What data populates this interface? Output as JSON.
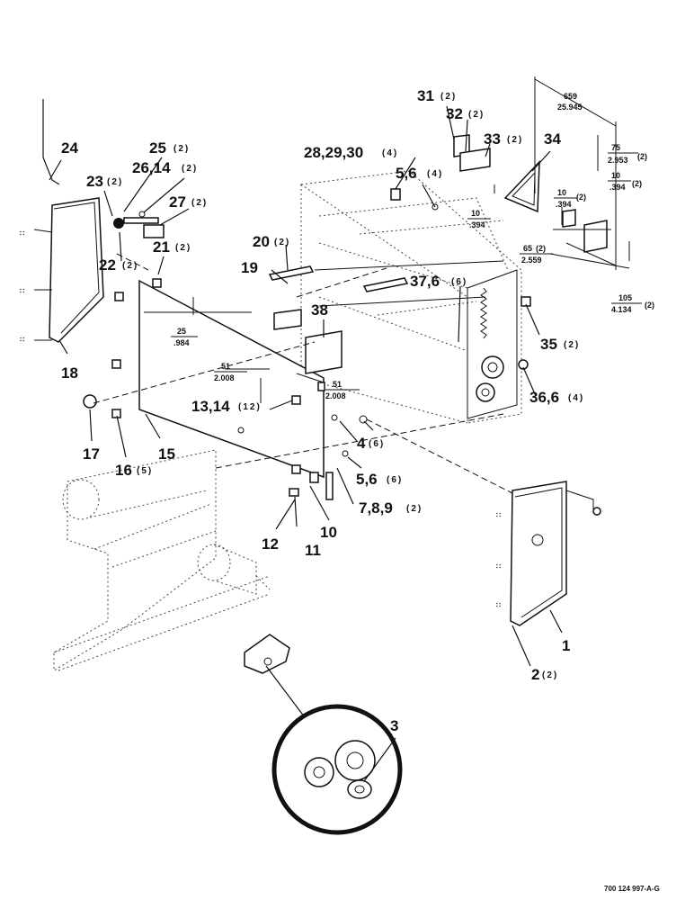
{
  "drawing_code": "700 124 997-A-G",
  "callouts": {
    "c1": "1",
    "c2": "2",
    "c2q": "(2)",
    "c3": "3",
    "c4": "4",
    "c4q": "(6)",
    "c56a": "5,6",
    "c56aq": "(4)",
    "c56b": "5,6",
    "c56bq": "(6)",
    "c789": "7,8,9",
    "c789q": "(2)",
    "c10": "10",
    "c11": "11",
    "c12": "12",
    "c1314": "13,14",
    "c1314q": "(12)",
    "c15": "15",
    "c16": "16",
    "c16q": "(5)",
    "c17": "17",
    "c18": "18",
    "c19": "19",
    "c20": "20",
    "c20q": "(2)",
    "c21": "21",
    "c21q": "(2)",
    "c22": "22",
    "c22q": "(2)",
    "c23": "23",
    "c23q": "(2)",
    "c24": "24",
    "c25": "25",
    "c25q": "(2)",
    "c2614": "26,14",
    "c2614q": "(2)",
    "c27": "27",
    "c27q": "(2)",
    "c282930": "28,29,30",
    "c282930q": "(4)",
    "c31": "31",
    "c31q": "(2)",
    "c32": "32",
    "c32q": "(2)",
    "c33": "33",
    "c33q": "(2)",
    "c34": "34",
    "c35": "35",
    "c35q": "(2)",
    "c366": "36,6",
    "c366q": "(4)",
    "c376": "37,6",
    "c376q": "(6)",
    "c38": "38"
  },
  "dimensions": {
    "d659_mm": "659",
    "d659_in": "25.945",
    "d75_mm": "75",
    "d75_in": "2.953",
    "d75_q": "(2)",
    "d10a_mm": "10",
    "d10a_in": ".394",
    "d10a_q": "(2)",
    "d10b_mm": "10",
    "d10b_in": ".394",
    "d10b_q": "(2)",
    "d10c_mm": "10",
    "d10c_in": ".394",
    "d65_mm": "65",
    "d65_q": "(2)",
    "d65_in": "2.559",
    "d105_mm": "105",
    "d105_in": "4.134",
    "d105_q": "(2)",
    "d25_mm": "25",
    "d25_in": ".984",
    "d51a_mm": "51",
    "d51a_in": "2.008",
    "d51b_mm": "51",
    "d51b_in": "2.008"
  }
}
